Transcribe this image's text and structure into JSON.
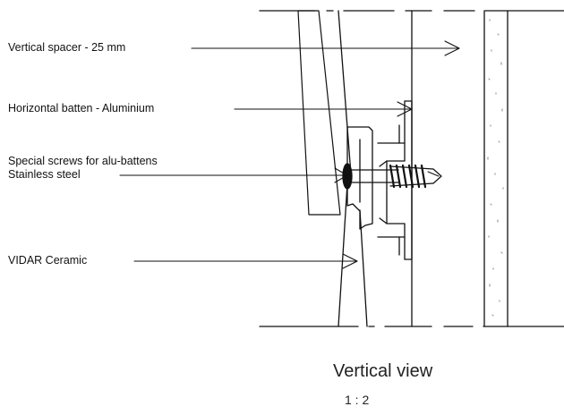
{
  "labels": {
    "spacer": "Vertical spacer - 25 mm",
    "batten": "Horizontal batten - Aluminium",
    "screws_line1": "Special screws for alu-battens",
    "screws_line2": "Stainless steel",
    "ceramic": "VIDAR Ceramic"
  },
  "caption": {
    "title": "Vertical view",
    "scale": "1 : 2"
  },
  "colors": {
    "ink": "#111111",
    "hatch": "#9a9a9a"
  }
}
